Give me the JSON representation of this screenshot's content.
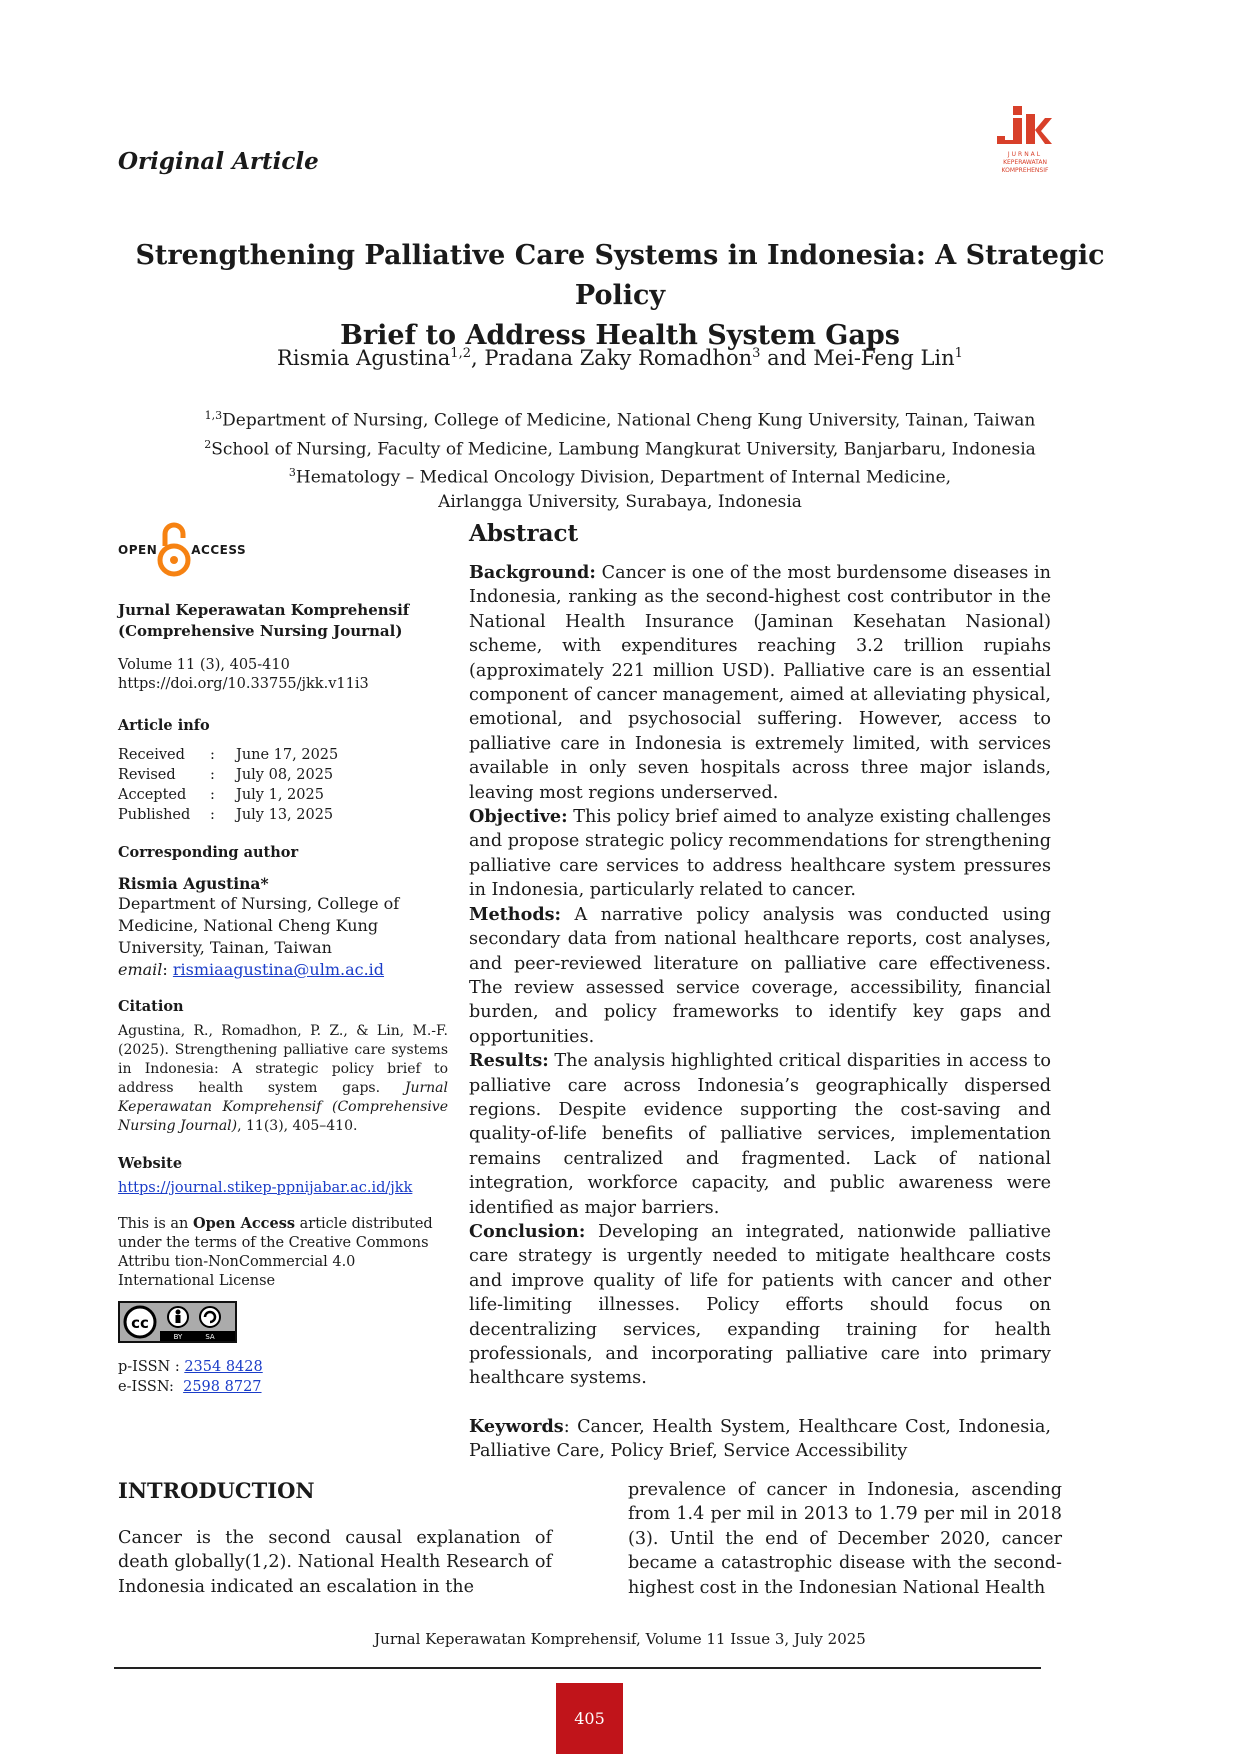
{
  "header": {
    "article_type": "Original Article",
    "logo_text": "JURNAL KEPERAWATAN KOMPREHENSIF",
    "logo_letters": "jkk"
  },
  "title_line1": "Strengthening Palliative Care Systems in Indonesia: A Strategic Policy",
  "title_line2": "Brief to Address Health System Gaps",
  "authors": [
    {
      "name": "Rismia Agustina",
      "sup": "1,2",
      "sep": ", "
    },
    {
      "name": "Pradana Zaky Romadhon",
      "sup": "3",
      "sep": " and "
    },
    {
      "name": "Mei-Feng Lin",
      "sup": "1",
      "sep": ""
    }
  ],
  "affiliations": [
    {
      "sup": "1,3",
      "text": "Department of Nursing, College of Medicine, National Cheng Kung University, Tainan, Taiwan"
    },
    {
      "sup": "2",
      "text": "School of Nursing, Faculty of Medicine, Lambung Mangkurat University, Banjarbaru, Indonesia"
    },
    {
      "sup": "3",
      "text": "Hematology – Medical Oncology Division, Department of Internal Medicine,"
    },
    {
      "sup": "",
      "text": "Airlangga University, Surabaya, Indonesia"
    }
  ],
  "sidebar": {
    "open_access_left": "OPEN",
    "open_access_right": "ACCESS",
    "journal_name_line1": "Jurnal Keperawatan Komprehensif",
    "journal_name_line2": "(Comprehensive Nursing Journal)",
    "volume": "Volume 11 (3), 405-410",
    "doi": "https://doi.org/10.33755/jkk.v11i3",
    "article_info_head": "Article info",
    "dates": [
      {
        "label": "Received",
        "colon": ":",
        "value": "June 17, 2025"
      },
      {
        "label": "Revised",
        "colon": ":",
        "value": "July 08, 2025"
      },
      {
        "label": "Accepted",
        "colon": ":",
        "value": "July 1, 2025"
      },
      {
        "label": "Published",
        "colon": ":",
        "value": "July 13, 2025"
      }
    ],
    "corresponding_head": "Corresponding author",
    "corresponding_name": "Rismia Agustina*",
    "corresponding_affil": "Department of Nursing, College of Medicine, National Cheng Kung University, Tainan, Taiwan",
    "email_label": "email",
    "email": "rismiaagustina@ulm.ac.id",
    "citation_head": "Citation",
    "citation_plain": "Agustina, R., Romadhon, P. Z., & Lin, M.-F. (2025). Strengthening palliative care systems in Indonesia: A strategic policy brief to address health system gaps. ",
    "citation_italic": "Jurnal Keperawatan Komprehensif (Comprehensive Nursing Journal)",
    "citation_tail": ", 11(3), 405–410.",
    "website_head": "Website",
    "website_url": "https://journal.stikep-ppnijabar.ac.id/jkk",
    "license_pre": "This is an ",
    "license_bold": "Open Access",
    "license_post": " article distributed under the terms of the Creative Commons Attribu tion-NonCommercial 4.0 International License",
    "cc_label": "cc",
    "cc_by": "BY",
    "cc_sa": "SA",
    "pissn_label": "p-ISSN : ",
    "pissn": "2354 8428",
    "eissn_label": "e-ISSN:  ",
    "eissn": "2598 8727"
  },
  "abstract": {
    "heading": "Abstract",
    "background_label": "Background:",
    "background": " Cancer is one of the most burdensome diseases in Indonesia, ranking as the second-highest cost contributor in the National Health Insurance (Jaminan Kesehatan Nasional) scheme, with expenditures reaching 3.2 trillion rupiahs (approximately 221 million USD). Palliative care is an essential component of cancer management, aimed at alleviating physical, emotional, and psychosocial suffering. However, access to palliative care in Indonesia is extremely limited, with services available in only seven hospitals across three major islands, leaving most regions underserved.",
    "objective_label": "Objective:",
    "objective": " This policy brief aimed to analyze existing challenges and propose strategic policy recommendations for strengthening palliative care services to address healthcare system pressures in Indonesia, particularly related to cancer.",
    "methods_label": "Methods:",
    "methods": " A narrative policy analysis was conducted using secondary data from national healthcare reports, cost analyses, and peer-reviewed literature on palliative care effectiveness. The review assessed service coverage, accessibility, financial burden, and policy frameworks to identify key gaps and opportunities.",
    "results_label": "Results:",
    "results": " The analysis highlighted critical disparities in access to palliative care across Indonesia’s geographically dispersed regions. Despite evidence supporting the cost-saving and quality-of-life benefits of palliative services, implementation remains centralized and fragmented. Lack of national integration, workforce capacity, and public awareness were identified as major barriers.",
    "conclusion_label": "Conclusion:",
    "conclusion": " Developing an integrated, nationwide palliative care strategy is urgently needed to mitigate healthcare costs and improve quality of life for patients with cancer and other life-limiting illnesses. Policy efforts should focus on decentralizing services, expanding training for health professionals, and incorporating palliative care into primary healthcare systems.",
    "keywords_label": "Keywords",
    "keywords": ":  Cancer, Health System, Healthcare Cost, Indonesia, Palliative Care, Policy Brief, Service Accessibility"
  },
  "introduction": {
    "heading": "INTRODUCTION",
    "col1": "Cancer is the second causal explanation of death globally(1,2). National Health Research of Indonesia indicated an escalation in the",
    "col2": "prevalence of cancer in Indonesia, ascending from 1.4 per mil in 2013 to 1.79 per mil in 2018 (3). Until the end of December 2020, cancer became a catastrophic disease with the second-highest cost in the Indonesian National Health"
  },
  "footer": {
    "journal_line": "Jurnal Keperawatan Komprehensif, Volume 11 Issue 3, July 2025",
    "page_number": "405"
  },
  "colors": {
    "logo_red": "#d8402a",
    "page_box": "#c0141a",
    "oa_orange": "#f68212",
    "link": "#1a3cc8"
  }
}
